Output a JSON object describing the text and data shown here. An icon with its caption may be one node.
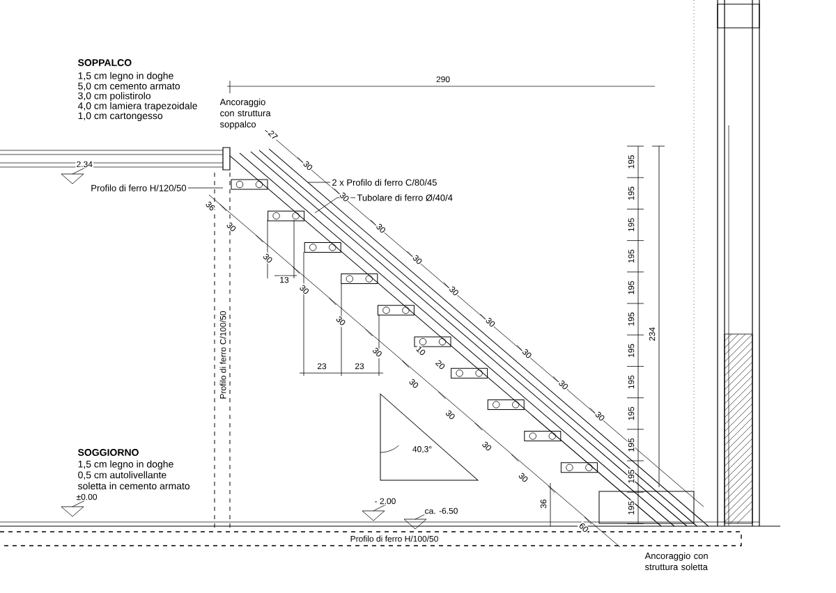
{
  "diagram": {
    "nodes": [
      {
        "text": [
          "Profilo di ferro H/120/50"
        ]
      },
      {
        "text": [
          "2 x Profilo di ferro C/80/45"
        ]
      },
      {
        "text": [
          "Tubolare di ferro Ø/40/4"
        ]
      }
    ],
    "edges": [
      {
        "from": 0,
        "to": null,
        "arrow": "none"
      },
      {
        "from": 1,
        "to": null,
        "arrow": "none"
      },
      {
        "from": 2,
        "to": null,
        "arrow": "none"
      }
    ],
    "labels": [
      "SOPPALCO",
      "1,5 cm legno in doghe",
      "5,0 cm cemento armato",
      "3,0 cm polistirolo",
      "4,0 cm lamiera trapezoidale",
      "1,0 cm cartongesso",
      "290",
      "Ancoraggio con struttura soppalco",
      "2.34",
      "27",
      "30",
      "30",
      "30",
      "30",
      "30",
      "30",
      "30",
      "30",
      "30",
      "195",
      "195",
      "195",
      "195",
      "195",
      "195",
      "195",
      "195",
      "195",
      "195",
      "195",
      "195",
      "234",
      "36",
      "30",
      "30",
      "30",
      "30",
      "30",
      "30",
      "30",
      "30",
      "30",
      "13",
      "23",
      "23",
      "10",
      "20",
      "Profilo di ferro C/100/50",
      "40,3°",
      "SOGGIORNO",
      "1,5 cm legno in doghe",
      "0,5 cm autolivellante",
      "soletta in cemento armato",
      "±0.00",
      "- 2.00",
      "ca. -6.50",
      "36",
      "60",
      "Profilo di ferro H/100/50",
      "Ancoraggio con struttura soletta"
    ]
  }
}
